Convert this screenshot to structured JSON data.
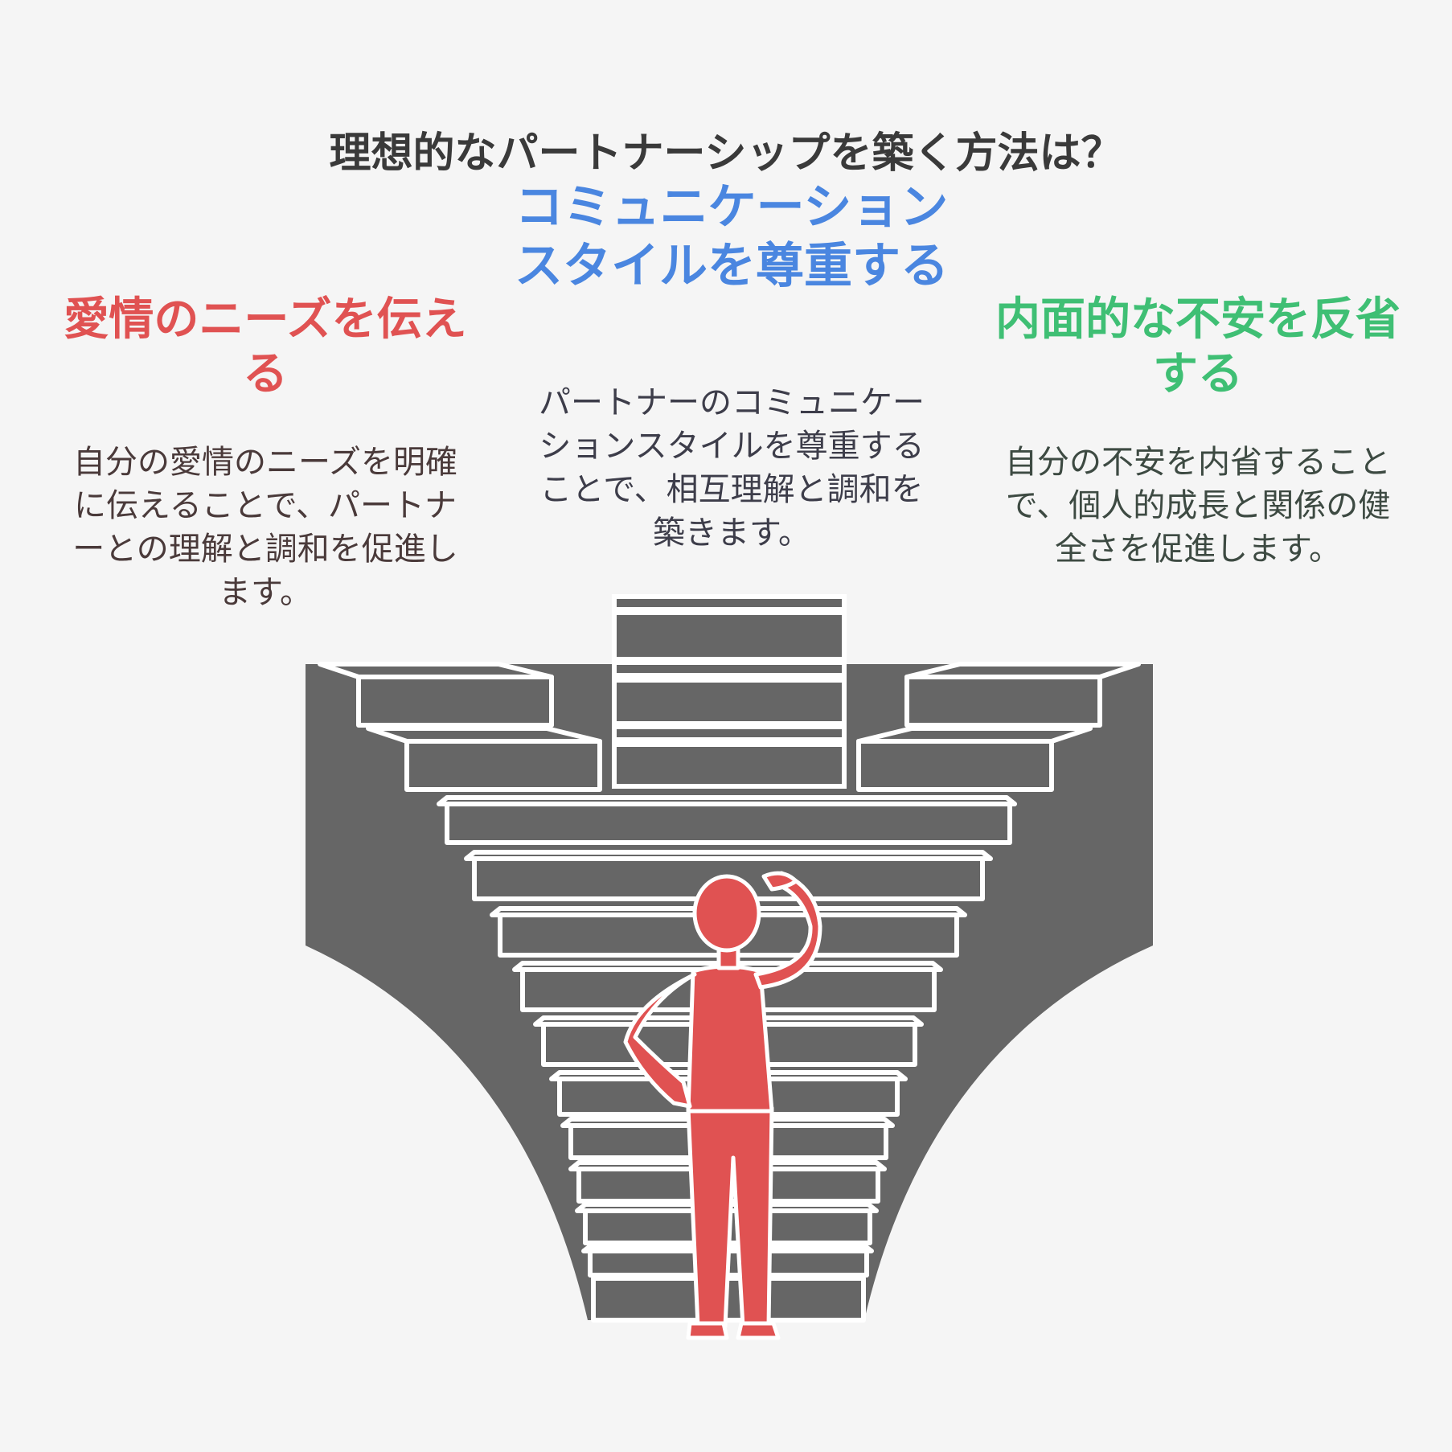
{
  "title": "理想的なパートナーシップを築く方法は？",
  "options": [
    {
      "heading": "愛情のニーズを伝える",
      "description": "自分の愛情のニーズを明確に伝えることで、パートナーとの理解と調和を促進します。"
    },
    {
      "heading": "コミュニケーションスタイルを尊重する",
      "description": "パートナーのコミュニケーションスタイルを尊重することで、相互理解と調和を築きます。"
    },
    {
      "heading": "内面的な不安を反省する",
      "description": "自分の不安を内省することで、個人的成長と関係の健全さを促進します。"
    }
  ],
  "colors": {
    "red": "#e05252",
    "blue": "#4a86e0",
    "green": "#3fbf74",
    "stairs": "#666666",
    "figure": "#e05252"
  },
  "icons": [
    "staircase-illustration",
    "thinking-person-icon"
  ]
}
